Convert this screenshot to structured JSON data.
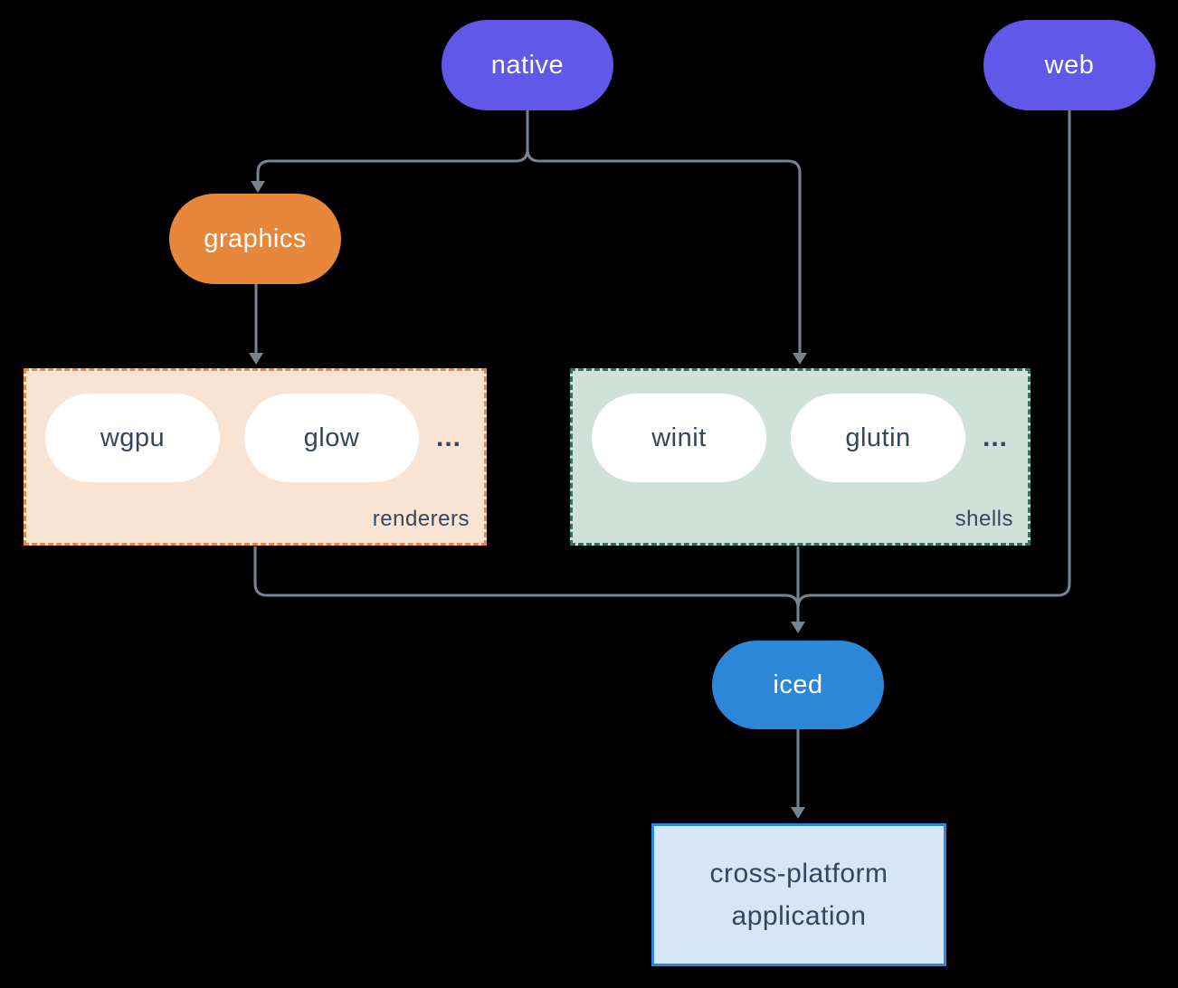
{
  "diagram": {
    "nodes": {
      "native": {
        "label": "native",
        "color": "#6157e8"
      },
      "web": {
        "label": "web",
        "color": "#6157e8"
      },
      "graphics": {
        "label": "graphics",
        "color": "#e8873b"
      },
      "iced": {
        "label": "iced",
        "color": "#2d87d8"
      },
      "application": {
        "label": "cross-platform application",
        "bg": "#d5e6f7",
        "border": "#2e86de"
      }
    },
    "groups": {
      "renderers": {
        "label": "renderers",
        "items": [
          "wgpu",
          "glow"
        ],
        "ellipsis": "...",
        "bg": "#f9e4d4",
        "border": "#e8873b"
      },
      "shells": {
        "label": "shells",
        "items": [
          "winit",
          "glutin"
        ],
        "ellipsis": "...",
        "bg": "#d0e1da",
        "border": "#2f7164"
      }
    },
    "edges": [
      "native -> graphics",
      "native -> shells",
      "graphics -> renderers",
      "renderers -> iced",
      "shells -> iced",
      "web -> iced",
      "iced -> cross-platform application"
    ],
    "colors": {
      "connector": "#76848f",
      "text_dark": "#33475c",
      "background": "#000000",
      "pill_text": "#ffffff"
    }
  }
}
